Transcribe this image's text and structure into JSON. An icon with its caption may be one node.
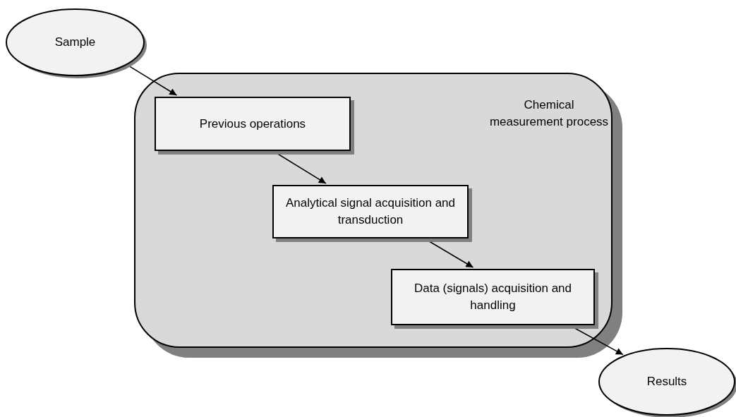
{
  "diagram": {
    "nodes": [
      {
        "text": [
          "Sample"
        ]
      },
      {
        "text": [
          "Chemical measurement process"
        ]
      },
      {
        "text": [
          "Previous operations"
        ],
        "in": 1
      },
      {
        "text": [
          "Analytical signal acquisition and transduction"
        ],
        "in": 1
      },
      {
        "text": [
          "Data (signals) acquisition and handling"
        ],
        "in": 1
      },
      {
        "text": [
          "Results"
        ]
      }
    ],
    "edges": [
      {
        "from": 0,
        "to": 2,
        "arrow": "to"
      },
      {
        "from": 2,
        "to": 3,
        "arrow": "to"
      },
      {
        "from": 3,
        "to": 4,
        "arrow": "to"
      },
      {
        "from": 4,
        "to": 5,
        "arrow": "to"
      }
    ]
  }
}
